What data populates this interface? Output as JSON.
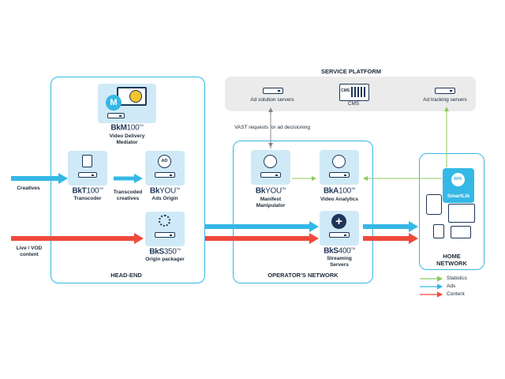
{
  "service_platform": {
    "title": "SERVICE PLATFORM",
    "ad_solution": "Ad solution servers",
    "cms": "CMS",
    "cms_small": "CMS",
    "ad_tracking": "Ad tracking servers"
  },
  "vast_label": "VAST requests for ad decisioning",
  "headend": {
    "title": "HEAD-END",
    "bkm100": {
      "brand_bold": "BkM",
      "brand_thin": "100",
      "tm": "TM",
      "line1": "Video Delivery",
      "line2": "Mediator",
      "icon_letter": "M"
    },
    "bkt100": {
      "brand_bold": "BkT",
      "brand_thin": "100",
      "tm": "TM",
      "line1": "Transcoder"
    },
    "bkyou_ads": {
      "brand_bold": "Bk",
      "brand_thin": "YOU",
      "tm": "TM",
      "line1": "Ads Origin",
      "icon_text": "AD"
    },
    "bks350": {
      "brand_bold": "BkS",
      "brand_thin": "350",
      "tm": "TM",
      "line1": "Origin packager"
    },
    "transcoded": {
      "line1": "Transcoded",
      "line2": "creatives"
    }
  },
  "inputs": {
    "creatives": "Creatives",
    "live_line1": "Live / VOD",
    "live_line2": "content"
  },
  "operator": {
    "title": "OPERATOR'S NETWORK",
    "bkyou_manifest": {
      "brand_bold": "Bk",
      "brand_thin": "YOU",
      "tm": "TM",
      "line1": "Manifest",
      "line2": "Manipulator"
    },
    "bka100": {
      "brand_bold": "BkA",
      "brand_thin": "100",
      "tm": "TM",
      "line1": "Video Analytics"
    },
    "bks400": {
      "brand_bold": "BkS",
      "brand_thin": "400",
      "tm": "TM",
      "line1": "Streaming",
      "line2": "Servers"
    }
  },
  "home": {
    "title_line1": "HOME",
    "title_line2": "NETWORK",
    "smartlib": "SmartLib",
    "smartlib_icon": "BPK"
  },
  "legend": [
    {
      "label": "Statistics",
      "color": "#8cc95d"
    },
    {
      "label": "Ads",
      "color": "#35b8e6"
    },
    {
      "label": "Content",
      "color": "#ef4a3c"
    }
  ],
  "colors": {
    "statistics": "#8cc95d",
    "ads": "#35b8e6",
    "content": "#ef4a3c",
    "region_border": "#35b8e6",
    "tile": "#cfeaf6"
  }
}
